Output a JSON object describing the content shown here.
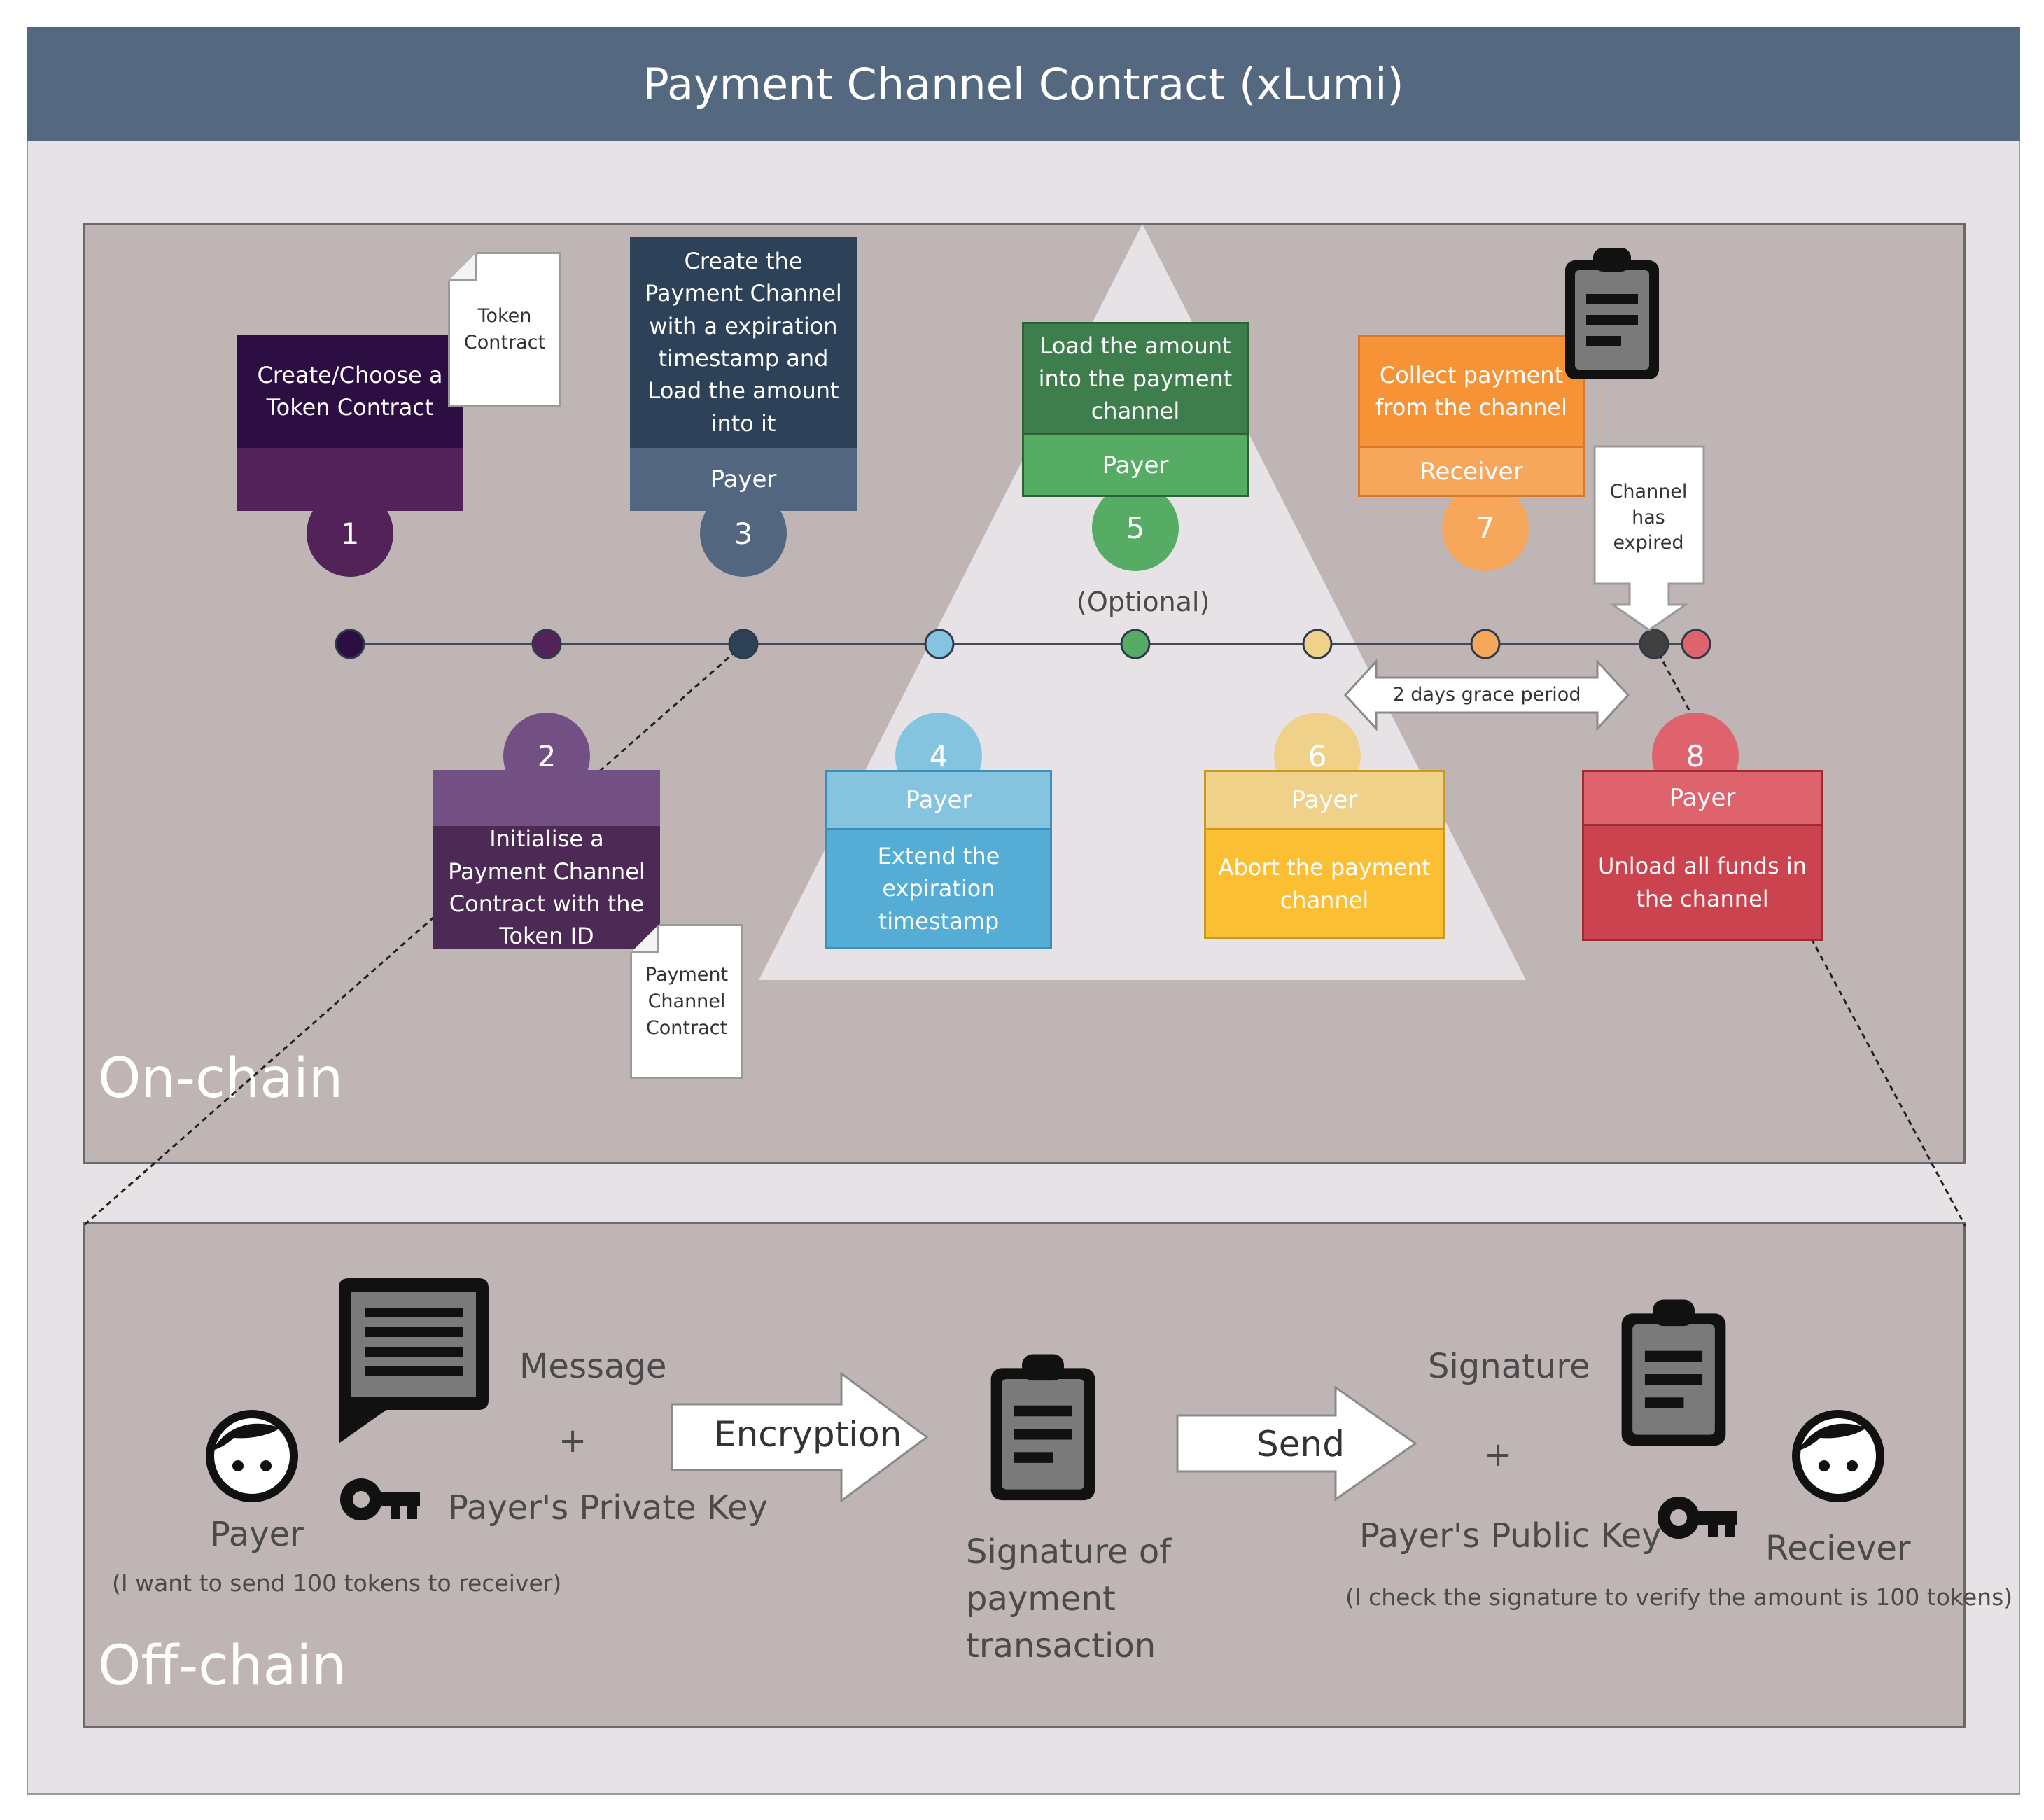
{
  "title": "Payment Channel Contract (xLumi)",
  "onchain": {
    "label": "On-chain",
    "optional_label": "(Optional)",
    "grace_label": "2 days grace period",
    "steps": [
      {
        "num": "1",
        "text": "Create/Choose a Token Contract",
        "role": "",
        "colors": {
          "body": "#2d0e42",
          "header": "#522259",
          "circle": "#522259"
        }
      },
      {
        "num": "2",
        "text": "Initialise a Payment Channel Contract with the Token ID",
        "role": "",
        "colors": {
          "body": "#4d2a56",
          "header": "#735084",
          "circle": "#735084"
        }
      },
      {
        "num": "3",
        "text": "Create the Payment Channel with a expiration timestamp and Load the amount into it",
        "role": "Payer",
        "colors": {
          "body": "#2d4259",
          "header": "#526680",
          "circle": "#526680"
        }
      },
      {
        "num": "4",
        "text": "Extend the expiration timestamp",
        "role": "Payer",
        "colors": {
          "body": "#55add6",
          "header": "#85c4df",
          "circle": "#85c4df"
        }
      },
      {
        "num": "5",
        "text": "Load the amount into the payment channel",
        "role": "Payer",
        "colors": {
          "body": "#3e7d4c",
          "header": "#56ac64",
          "circle": "#56ac64"
        }
      },
      {
        "num": "6",
        "text": "Abort the payment channel",
        "role": "Payer",
        "colors": {
          "body": "#fcbe33",
          "header": "#efd189",
          "circle": "#efd189"
        }
      },
      {
        "num": "7",
        "text": "Collect payment from the channel",
        "role": "Receiver",
        "colors": {
          "body": "#f79337",
          "header": "#f6a75c",
          "circle": "#f6a75c"
        }
      },
      {
        "num": "8",
        "text": "Unload all funds in the channel",
        "role": "Payer",
        "colors": {
          "body": "#cc4350",
          "header": "#de636c",
          "circle": "#de636c"
        }
      }
    ],
    "docs": {
      "token_contract": "Token Contract",
      "payment_channel_contract": "Payment Channel Contract",
      "channel_expired": "Channel has expired"
    },
    "timeline_colors": [
      "#2d0e42",
      "#522259",
      "#2d4259",
      "#85c4df",
      "#56ac64",
      "#efd189",
      "#f6a75c",
      "#404040",
      "#de636c"
    ]
  },
  "offchain": {
    "label": "Off-chain",
    "payer": "Payer",
    "payer_note": "(I want to send 100 tokens to receiver)",
    "message": "Message",
    "plus": "+",
    "private_key": "Payer's Private Key",
    "encryption": "Encryption",
    "signature_tx": "Signature of payment transaction",
    "send": "Send",
    "signature": "Signature",
    "public_key": "Payer's Public Key",
    "receiver": "Reciever",
    "receiver_note": "(I check the signature to verify the amount is 100 tokens)"
  },
  "icons": [
    "face-icon",
    "message-icon",
    "key-icon",
    "clipboard-icon"
  ]
}
